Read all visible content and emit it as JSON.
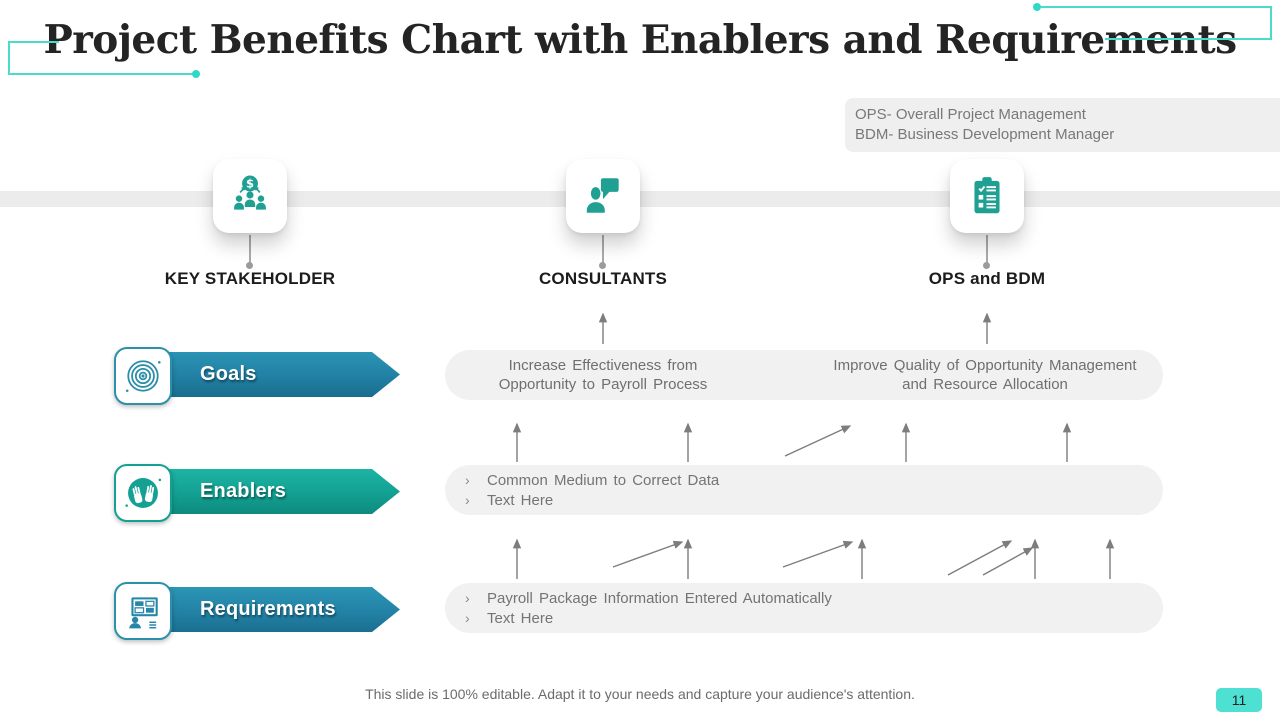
{
  "title": "Project Benefits Chart with Enablers and Requirements",
  "legend": {
    "line1": "OPS- Overall Project Management",
    "line2": "BDM- Business Development Manager"
  },
  "columns": [
    {
      "label": "KEY STAKEHOLDER",
      "icon": "dollar-team-icon"
    },
    {
      "label": "CONSULTANTS",
      "icon": "consultant-chat-icon"
    },
    {
      "label": "OPS and BDM",
      "icon": "clipboard-checklist-icon"
    }
  ],
  "rows": {
    "goals": {
      "label": "Goals",
      "icon": "target-icon",
      "box1_line1": "Increase Effectiveness from",
      "box1_line2": "Opportunity to Payroll Process",
      "box2_line1": "Improve Quality of Opportunity Management",
      "box2_line2": "and Resource Allocation"
    },
    "enablers": {
      "label": "Enablers",
      "icon": "raised-hands-icon",
      "bullet": "›",
      "items": [
        "Common Medium to Correct Data",
        "Text Here"
      ]
    },
    "requirements": {
      "label": "Requirements",
      "icon": "dashboard-presentation-icon",
      "bullet": "›",
      "items": [
        "Payroll Package Information Entered Automatically",
        "Text Here"
      ]
    }
  },
  "footer": {
    "note": "This slide is 100% editable. Adapt it to your needs and capture your audience's attention.",
    "page_number": "11"
  },
  "colors": {
    "accent_turquoise": "#49DCCA",
    "banner_goals": "#2180A4",
    "banner_enablers": "#12A092",
    "banner_requirements": "#2282A6",
    "icon_teal": "#1FA093",
    "page_badge": "#4EE0D2",
    "band_gray": "#ECECEC",
    "box_gray": "#F1F1F1",
    "arrow_gray": "#7D7D7D"
  }
}
